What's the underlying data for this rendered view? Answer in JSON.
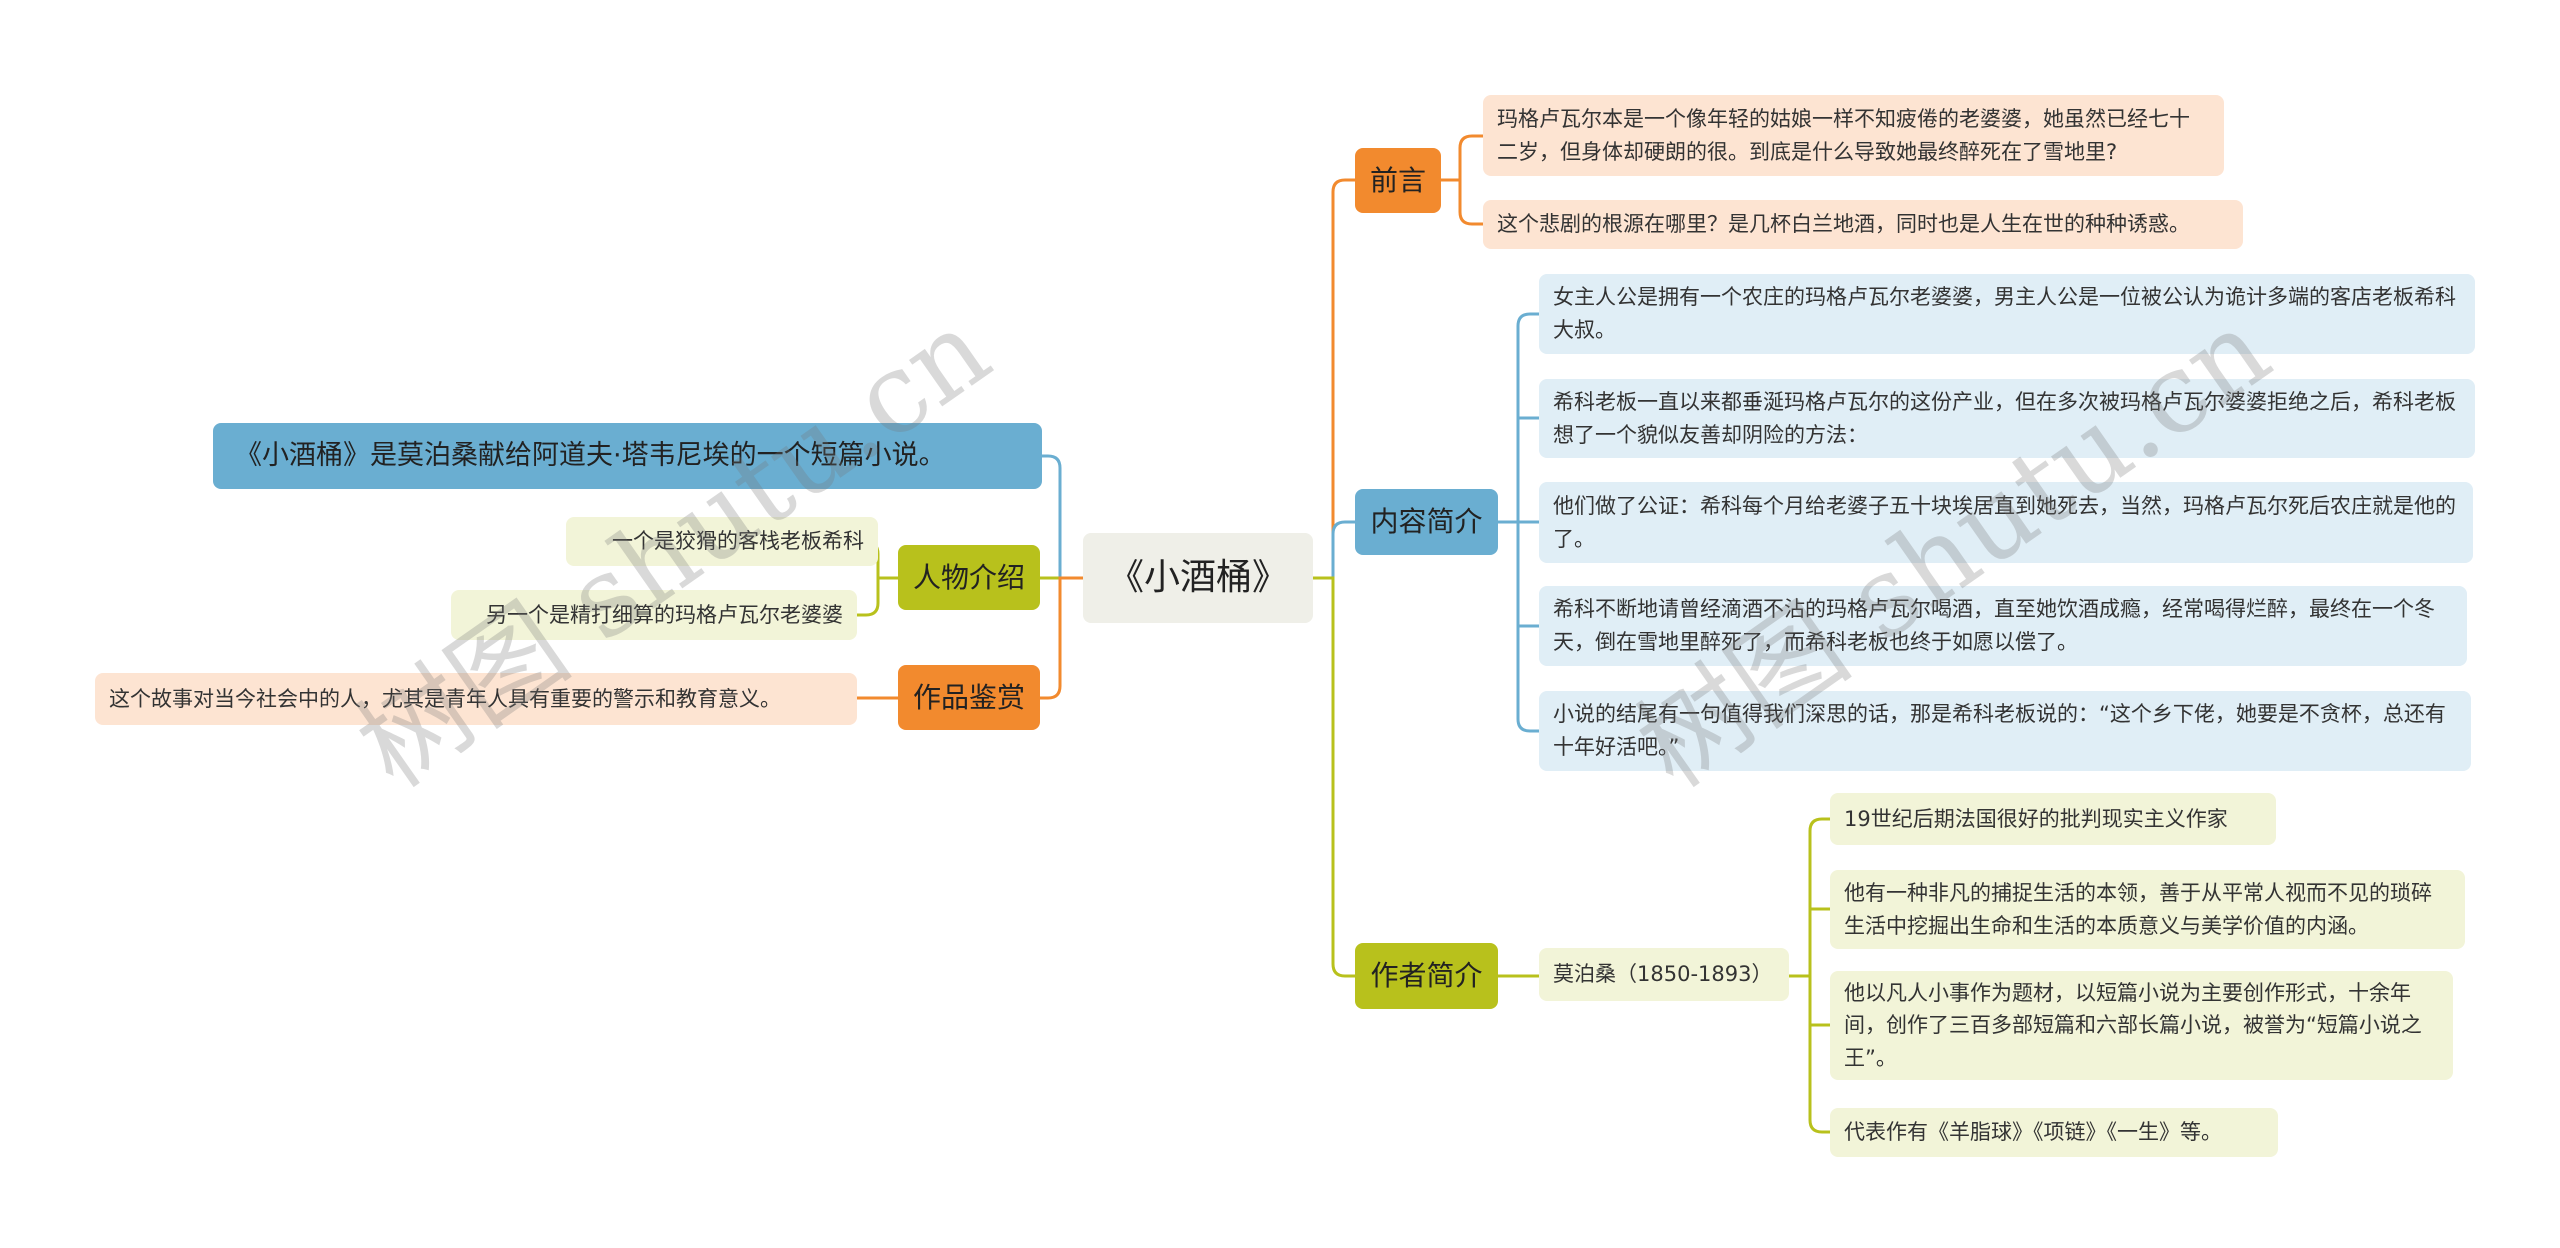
{
  "root": {
    "label": "《小酒桶》"
  },
  "left": {
    "summary": "《小酒桶》是莫泊桑献给阿道夫·塔韦尼埃的一个短篇小说。",
    "characters": {
      "label": "人物介绍",
      "items": [
        "一个是狡猾的客栈老板希科",
        "另一个是精打细算的玛格卢瓦尔老婆婆"
      ]
    },
    "appreciation": {
      "label": "作品鉴赏",
      "items": [
        "这个故事对当今社会中的人，尤其是青年人具有重要的警示和教育意义。"
      ]
    }
  },
  "right": {
    "preface": {
      "label": "前言",
      "items": [
        "玛格卢瓦尔本是一个像年轻的姑娘一样不知疲倦的老婆婆，她虽然已经七十二岁，但身体却硬朗的很。到底是什么导致她最终醉死在了雪地里?",
        "这个悲剧的根源在哪里？是几杯白兰地酒，同时也是人生在世的种种诱惑。"
      ]
    },
    "content": {
      "label": "内容简介",
      "items": [
        "女主人公是拥有一个农庄的玛格卢瓦尔老婆婆，男主人公是一位被公认为诡计多端的客店老板希科大叔。",
        "希科老板一直以来都垂涎玛格卢瓦尔的这份产业，但在多次被玛格卢瓦尔婆婆拒绝之后，希科老板想了一个貌似友善却阴险的方法：",
        "他们做了公证：希科每个月给老婆子五十块埃居直到她死去，当然，玛格卢瓦尔死后农庄就是他的了。",
        "希科不断地请曾经滴酒不沾的玛格卢瓦尔喝酒，直至她饮酒成瘾，经常喝得烂醉，最终在一个冬天，倒在雪地里醉死了，而希科老板也终于如愿以偿了。",
        "小说的结尾有一句值得我们深思的话，那是希科老板说的：“这个乡下佬，她要是不贪杯，总还有十年好活吧。”"
      ]
    },
    "author": {
      "label": "作者简介",
      "name": "莫泊桑（1850-1893）",
      "items": [
        "19世纪后期法国很好的批判现实主义作家",
        "他有一种非凡的捕捉生活的本领，善于从平常人视而不见的琐碎生活中挖掘出生命和生活的本质意义与美学价值的内涵。",
        "他以凡人小事作为题材，以短篇小说为主要创作形式，十余年间，创作了三百多部短篇和六部长篇小说，被誉为“短篇小说之王”。",
        "代表作有《羊脂球》《项链》《一生》等。"
      ]
    }
  },
  "watermark": "树图 shutu.cn",
  "colors": {
    "orange": "#f28a2e",
    "blue": "#6aaed1",
    "green": "#b8c11c",
    "center": "#efefe8"
  }
}
